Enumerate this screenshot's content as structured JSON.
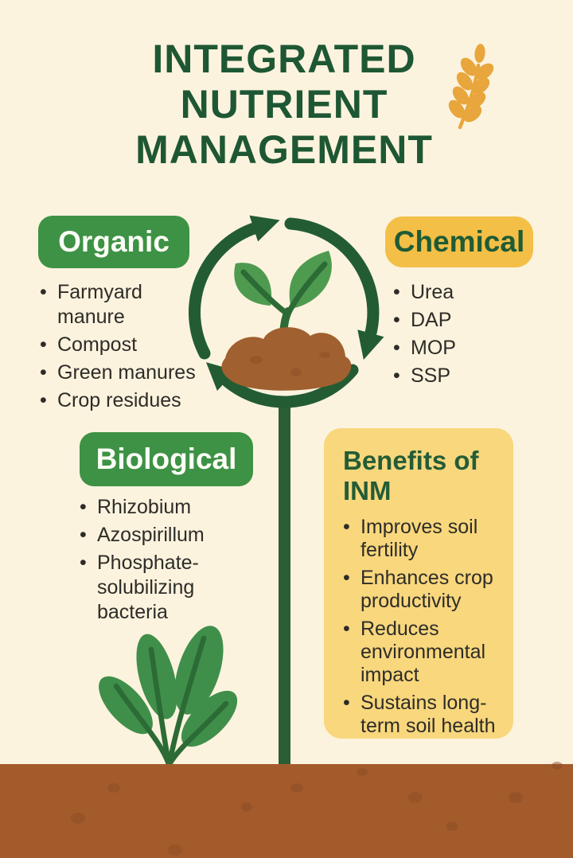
{
  "title": {
    "lines": [
      "INTEGRATED",
      "NUTRIENT",
      "MANAGEMENT"
    ]
  },
  "glyphs": {
    "bullet": "•"
  },
  "sections": {
    "organic": {
      "label": "Organic",
      "items": [
        "Farmyard manure",
        "Compost",
        "Green manures",
        "Crop residues"
      ]
    },
    "chemical": {
      "label": "Chemical",
      "items": [
        "Urea",
        "DAP",
        "MOP",
        "SSP"
      ]
    },
    "biological": {
      "label": "Biological",
      "items": [
        "Rhizobium",
        "Azospirillum",
        "Phosphate-solubilizing bacteria"
      ]
    },
    "benefits": {
      "title": "Benefits of INM",
      "items": [
        "Improves soil fertility",
        "Enhances crop productivity",
        "Reduces environmental impact",
        "Sustains long-term soil health"
      ]
    }
  },
  "colors": {
    "background_cream": "#FCF3DE",
    "title_green": "#1E5733",
    "badge_green": "#3D9245",
    "badge_yellow": "#F3BF46",
    "benefits_yellow": "#F8D77D",
    "body_text": "#2E2C28",
    "cycle_green": "#235C33",
    "stem_green": "#2C5E33",
    "leaf_green": "#4E9B50",
    "plant_leaf_green": "#3F8F4A",
    "vein_green": "#2C6B35",
    "mound_brown": "#A0602F",
    "soil_brown": "#A45B2C",
    "speckle_brown": "#8B4D26",
    "wheat_gold": "#E8A63C"
  }
}
